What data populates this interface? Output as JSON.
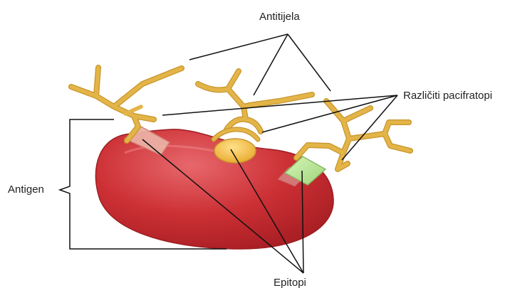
{
  "labels": {
    "antibodies": "Antitijela",
    "paratopes": "Različiti pacifratopi",
    "antigen": "Antigen",
    "epitopes": "Epitopi"
  },
  "colors": {
    "antigen_body": "#c62b2f",
    "antigen_highlight": "#e5676b",
    "antibody": "#dcae3f",
    "antibody_outline": "#c8952a",
    "epitope_pink": "#ecb0a4",
    "epitope_yellow": "#f0b940",
    "epitope_green": "#b8e29a",
    "leader_line": "#111111"
  }
}
